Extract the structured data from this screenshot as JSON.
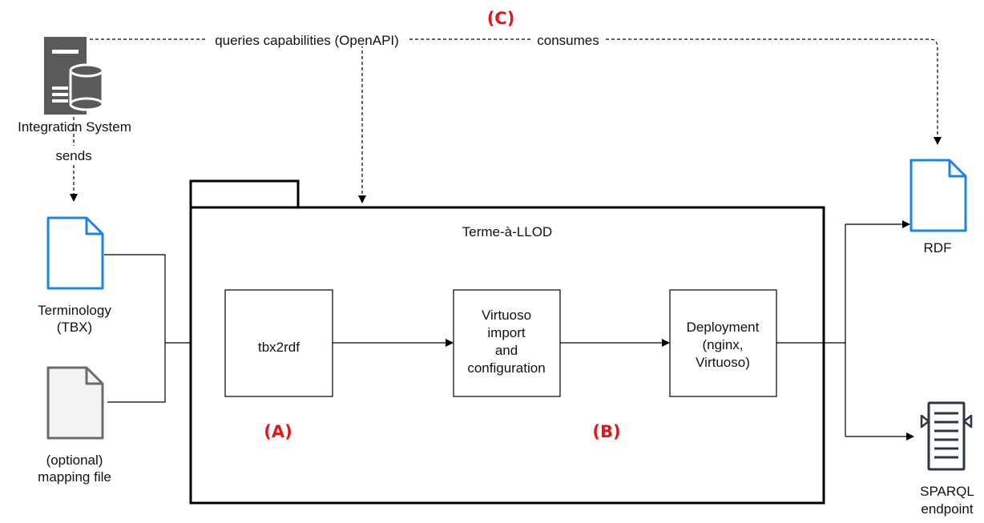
{
  "colors": {
    "marker": "#e81414",
    "document_outline": "#1a85e6",
    "optional_file_outline": "#6b6b6b",
    "optional_file_fill": "#f3f3f3",
    "server_gray": "#5a5a5a",
    "lines": "#000000"
  },
  "icons": {
    "integration_system": "server-database-icon",
    "terminology": "document-icon",
    "mapping_file": "document-icon",
    "rdf": "document-icon",
    "sparql": "api-endpoint-icon"
  },
  "markers": {
    "a": "(A)",
    "b": "(B)",
    "c": "(C)"
  },
  "actors": {
    "integration_system": "Integration System"
  },
  "edges": {
    "sends": "sends",
    "queries": "queries capabilities (OpenAPI)",
    "consumes": "consumes"
  },
  "inputs": {
    "terminology": [
      "Terminology",
      "(TBX)"
    ],
    "mapping": [
      "(optional)",
      "mapping file"
    ]
  },
  "package": {
    "title": "Terme-à-LLOD"
  },
  "steps": {
    "tbx2rdf": [
      "tbx2rdf"
    ],
    "virtuoso": [
      "Virtuoso",
      "import",
      "and",
      "configuration"
    ],
    "deployment": [
      "Deployment",
      "(nginx,",
      "Virtuoso)"
    ]
  },
  "outputs": {
    "rdf": "RDF",
    "sparql": [
      "SPARQL",
      "endpoint"
    ]
  }
}
